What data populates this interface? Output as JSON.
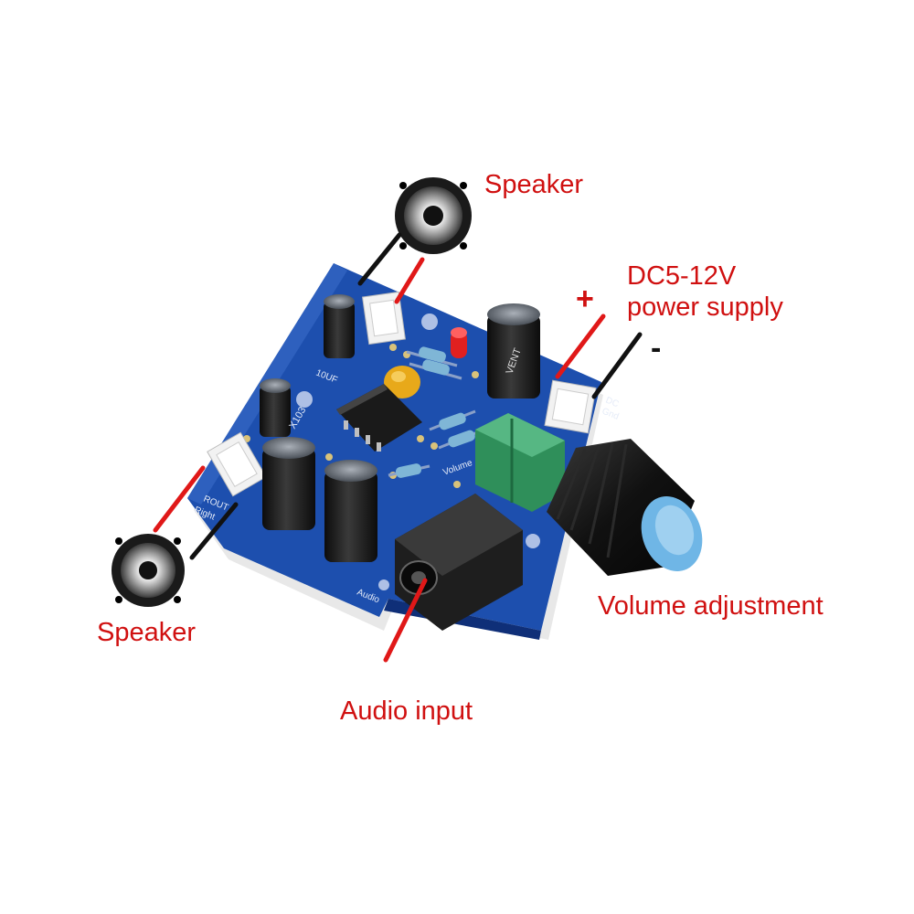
{
  "labels": {
    "speaker_top": "Speaker",
    "speaker_bottom": "Speaker",
    "power_line1": "DC5-12V",
    "power_line2": "power supply",
    "plus_sign": "+",
    "minus_sign": "-",
    "volume": "Volume adjustment",
    "audio_input": "Audio input"
  },
  "board_text": {
    "cap_left": "10UF",
    "chip": "X103",
    "right_out": "ROUT",
    "right": "Right",
    "audio": "Audio",
    "volume": "Volume",
    "dc": "DC",
    "gnd": "Gnd",
    "cap_right": "VENT"
  },
  "colors": {
    "label_red": "#d01010",
    "wire_red": "#e01818",
    "wire_black": "#111111",
    "pcb_blue": "#1d4fae",
    "knob_blue": "#6fb6e6",
    "pot_green": "#2f8f5a"
  }
}
